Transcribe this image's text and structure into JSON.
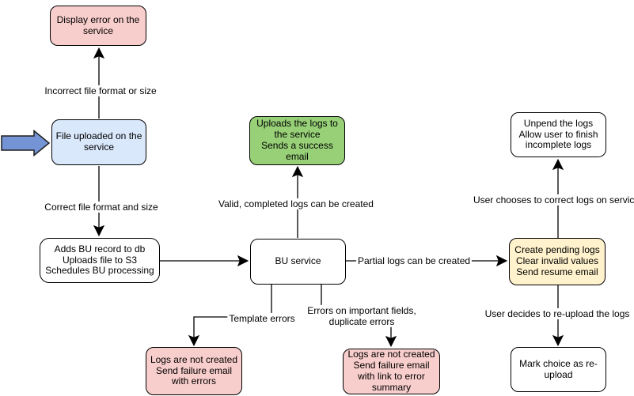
{
  "nodes": {
    "display_error": {
      "text": "Display error on the\nservice"
    },
    "file_uploaded": {
      "text": "File uploaded on the\nservice"
    },
    "adds_bu_record": {
      "text": "Adds BU record to db\nUploads file to S3\nSchedules BU processing"
    },
    "bu_service": {
      "text": "BU service"
    },
    "uploads_logs": {
      "text": "Uploads the logs to\nthe service\nSends a success\nemail"
    },
    "unpend_logs": {
      "text": "Unpend the logs\nAllow user to finish\nincomplete logs"
    },
    "create_pending": {
      "text": "Create pending logs\nClear invalid values\nSend resume email"
    },
    "mark_choice": {
      "text": "Mark choice as re-\nupload"
    },
    "logs_not_created_errors": {
      "text": "Logs are not created\nSend failure email\nwith errors"
    },
    "logs_not_created_summary": {
      "text": "Logs are not created\nSend failure email\nwith link to error\nsummary"
    }
  },
  "edge_labels": {
    "incorrect_file": "Incorrect file format or size",
    "correct_file": "Correct file format and size",
    "valid_completed": "Valid, completed logs can be created",
    "partial_logs": "Partial logs can be created",
    "template_errors": "Template errors",
    "errors_important": "Errors on important fields,\nduplicate errors",
    "user_chooses": "User chooses to correct logs on service",
    "user_decides": "User decides to re-upload the logs"
  },
  "colors": {
    "node_pink": "#F8CECC",
    "node_blue": "#DAE8FC",
    "node_green": "#97D077",
    "node_yellow": "#FFF2CC",
    "node_white": "#FFFFFF",
    "edge_stroke": "#000000",
    "entry_arrow_fill": "#7494D6",
    "background": "#FFFFFF"
  }
}
